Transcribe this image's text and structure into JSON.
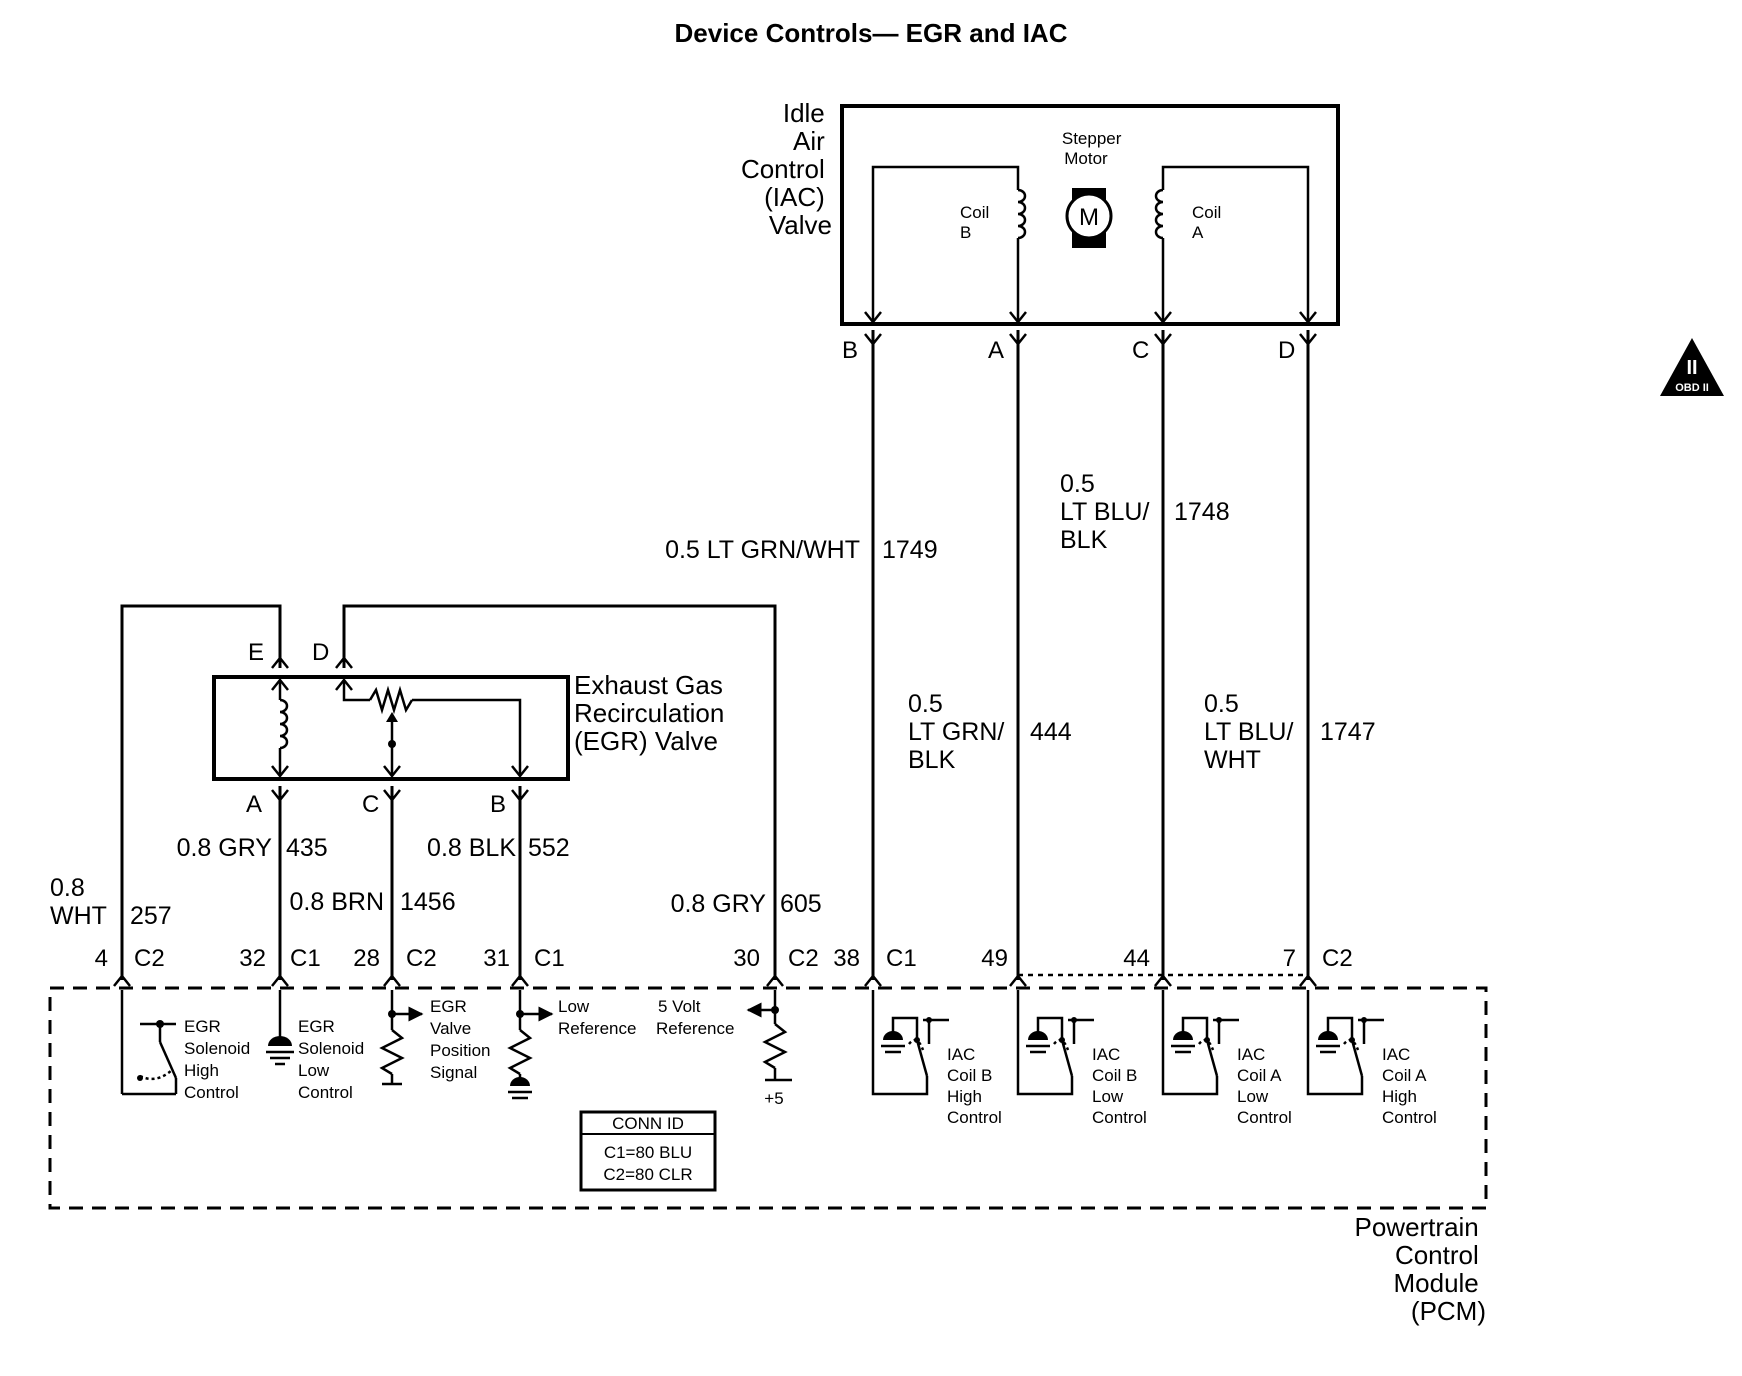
{
  "title": "Device Controls— EGR and IAC",
  "iac_valve": {
    "label": [
      "Idle",
      "Air",
      "Control",
      "(IAC)",
      "Valve"
    ],
    "motor_label": [
      "Stepper",
      "Motor"
    ],
    "motor_symbol": "M",
    "coil_b": [
      "Coil",
      "B"
    ],
    "coil_a": [
      "Coil",
      "A"
    ],
    "pins": [
      "B",
      "A",
      "C",
      "D"
    ]
  },
  "egr_valve": {
    "label": [
      "Exhaust Gas",
      "Recirculation",
      "(EGR) Valve"
    ],
    "top_pins": [
      "E",
      "D"
    ],
    "bottom_pins": [
      "A",
      "C",
      "B"
    ]
  },
  "wires": {
    "w1749": {
      "color": "0.5 LT GRN/WHT",
      "circuit": "1749"
    },
    "w1748": {
      "size": "0.5",
      "color": [
        "LT BLU/",
        "BLK"
      ],
      "circuit": "1748"
    },
    "w444": {
      "size": "0.5",
      "color": [
        "LT GRN/",
        "BLK"
      ],
      "circuit": "444"
    },
    "w1747": {
      "size": "0.5",
      "color": [
        "LT BLU/",
        "WHT"
      ],
      "circuit": "1747"
    },
    "w435": {
      "color": "0.8 GRY",
      "circuit": "435"
    },
    "w552": {
      "color": "0.8 BLK",
      "circuit": "552"
    },
    "w257": {
      "size": "0.8",
      "color": "WHT",
      "circuit": "257"
    },
    "w1456": {
      "color": "0.8 BRN",
      "circuit": "1456"
    },
    "w605": {
      "color": "0.8 GRY",
      "circuit": "605"
    }
  },
  "pcm_pins": [
    {
      "num": "4",
      "conn": "C2"
    },
    {
      "num": "32",
      "conn": "C1"
    },
    {
      "num": "28",
      "conn": "C2"
    },
    {
      "num": "31",
      "conn": "C1"
    },
    {
      "num": "30",
      "conn": "C2"
    },
    {
      "num": "38",
      "conn": "C1"
    },
    {
      "num": "49",
      "conn": ""
    },
    {
      "num": "44",
      "conn": ""
    },
    {
      "num": "7",
      "conn": "C2"
    }
  ],
  "pcm_labels": {
    "egr_high": [
      "EGR",
      "Solenoid",
      "High",
      "Control"
    ],
    "egr_low": [
      "EGR",
      "Solenoid",
      "Low",
      "Control"
    ],
    "egr_pos": [
      "EGR",
      "Valve",
      "Position",
      "Signal"
    ],
    "low_ref": [
      "Low",
      "Reference"
    ],
    "five_volt": [
      "5 Volt",
      "Reference"
    ],
    "plus5": "+5",
    "iac_b_high": [
      "IAC",
      "Coil B",
      "High",
      "Control"
    ],
    "iac_b_low": [
      "IAC",
      "Coil B",
      "Low",
      "Control"
    ],
    "iac_a_low": [
      "IAC",
      "Coil A",
      "Low",
      "Control"
    ],
    "iac_a_high": [
      "IAC",
      "Coil A",
      "High",
      "Control"
    ]
  },
  "conn_id": {
    "header": "CONN ID",
    "c1": "C1=80 BLU",
    "c2": "C2=80 CLR"
  },
  "pcm": {
    "label": [
      "Powertrain",
      "Control",
      "Module",
      "(PCM)"
    ]
  },
  "obd_badge": {
    "roman": "II",
    "text": "OBD II"
  }
}
